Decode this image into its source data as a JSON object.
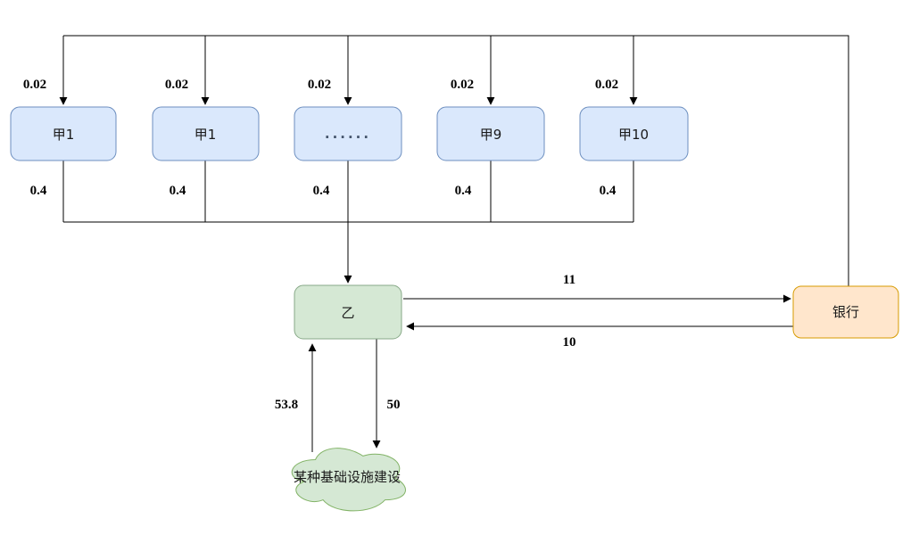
{
  "diagram": {
    "nodes": {
      "jia_boxes": [
        {
          "label": "甲1"
        },
        {
          "label": "甲1"
        },
        {
          "label": "......"
        },
        {
          "label": "甲9"
        },
        {
          "label": "甲10"
        }
      ],
      "yi": {
        "label": "乙"
      },
      "bank": {
        "label": "银行"
      },
      "infrastructure": {
        "label": "某种基础设施建设"
      }
    },
    "edge_labels": {
      "interest_to_jia": [
        "0.02",
        "0.02",
        "0.02",
        "0.02",
        "0.02"
      ],
      "jia_to_yi": [
        "0.4",
        "0.4",
        "0.4",
        "0.4",
        "0.4"
      ],
      "yi_to_bank": "11",
      "bank_to_yi": "10",
      "infra_to_yi": "53.8",
      "yi_to_infra": "50"
    },
    "colors": {
      "jia_fill": "#dae8fc",
      "jia_stroke": "#6c8ebf",
      "yi_fill": "#d5e8d4",
      "yi_stroke": "#88a988",
      "bank_fill": "#ffe6cc",
      "bank_stroke": "#d79b00",
      "cloud_fill": "#d5e8d4",
      "cloud_stroke": "#82b366",
      "line": "#000000",
      "background": "#ffffff"
    }
  }
}
